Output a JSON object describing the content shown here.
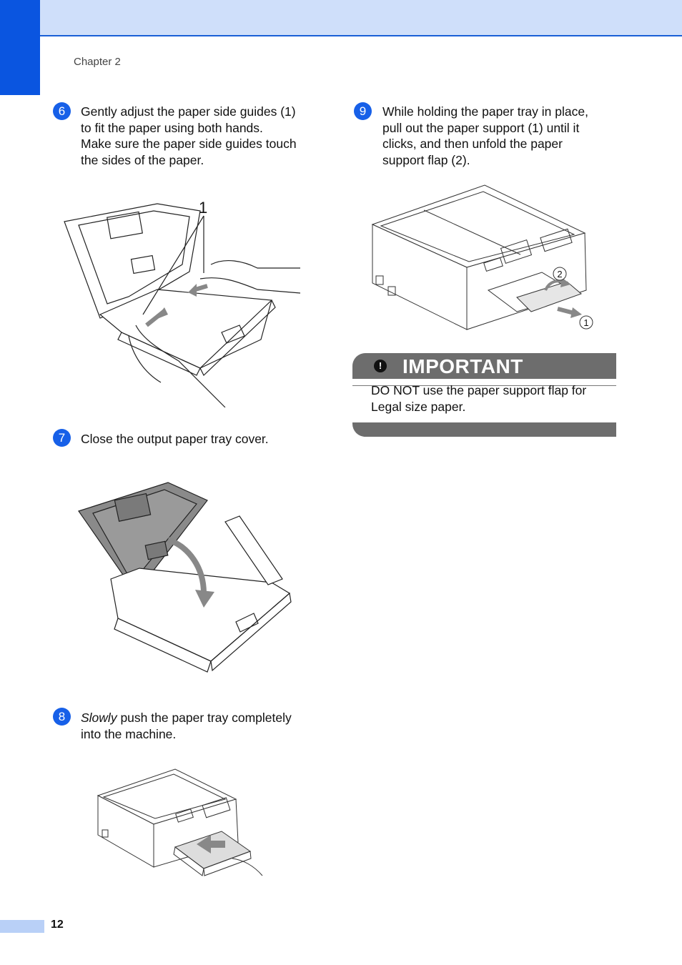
{
  "header": {
    "chapter": "Chapter 2"
  },
  "steps": [
    {
      "num": "6",
      "lines": [
        "Gently adjust the paper side guides (1)",
        "to fit the paper using both hands.",
        "Make sure the paper side guides touch",
        "the sides of the paper."
      ]
    },
    {
      "num": "7",
      "lines": [
        "Close the output paper tray cover."
      ]
    },
    {
      "num": "8",
      "emphasis": "Slowly",
      "lines": [
        " push the paper tray completely",
        "into the machine."
      ]
    },
    {
      "num": "9",
      "lines": [
        "While holding the paper tray in place,",
        "pull out the paper support (1) until it",
        "clicks, and then unfold the paper",
        "support flap (2)."
      ]
    }
  ],
  "figures": {
    "side_guides_callout": "1",
    "printer_callout_1": "1",
    "printer_callout_2": "2"
  },
  "important": {
    "badge": "!",
    "title": "IMPORTANT",
    "lines": [
      "DO NOT use the paper support flap for",
      "Legal size paper."
    ]
  },
  "footer": {
    "page_number": "12"
  },
  "colors": {
    "accent_blue": "#0a55e0",
    "band_light": "#cfdffa",
    "important_gray": "#6d6d6d"
  }
}
